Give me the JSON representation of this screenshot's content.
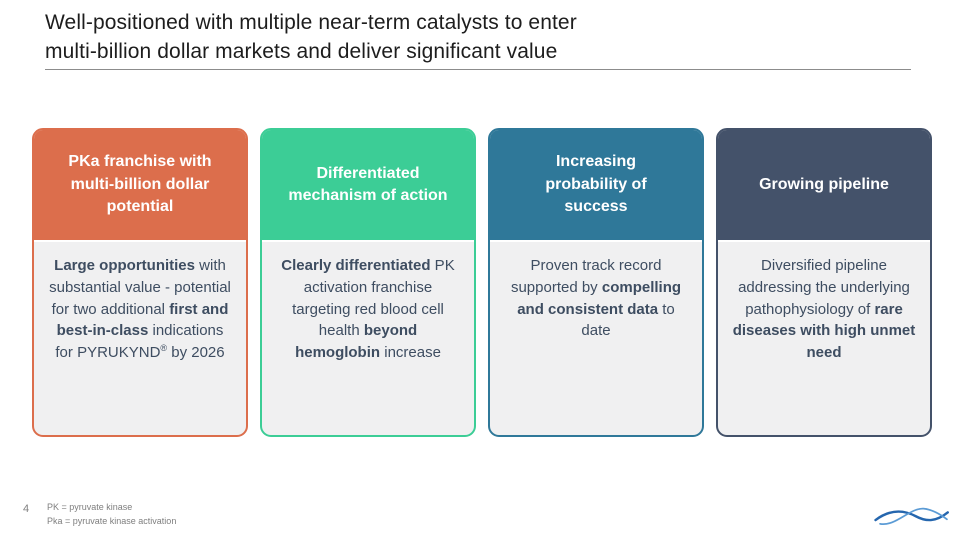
{
  "slide": {
    "title": "Well-positioned with multiple near-term catalysts to enter\nmulti-billion dollar markets and deliver significant value",
    "page_number": "4",
    "footnote": "PK = pyruvate kinase\nPka = pyruvate kinase activation"
  },
  "colors": {
    "card_orange": "#DC6E4C",
    "card_green": "#3CCD96",
    "card_teal": "#2F7899",
    "card_navy": "#44526A",
    "body_bg": "#F0F0F1",
    "body_text": "#3E4D61",
    "header_text": "#FFFFFF",
    "rule": "#8C8C8C",
    "logo_dark": "#2566AE",
    "logo_light": "#5B9BD5"
  },
  "icons": {
    "logo": "wave-logo"
  },
  "cards": [
    {
      "header": "PKa franchise with multi-billion dollar potential",
      "color": "#DC6E4C",
      "body_segments": [
        {
          "text": "Large opportunities",
          "bold": true
        },
        {
          "text": " with substantial value - potential for two additional ",
          "bold": false
        },
        {
          "text": "first and best-in-class",
          "bold": true
        },
        {
          "text": " indications for PYRUKYND",
          "bold": false
        },
        {
          "text": "®",
          "bold": false,
          "sup": true
        },
        {
          "text": " by 2026",
          "bold": false
        }
      ]
    },
    {
      "header": "Differentiated mechanism of action",
      "color": "#3CCD96",
      "body_segments": [
        {
          "text": "Clearly differentiated",
          "bold": true
        },
        {
          "text": " PK activation franchise targeting red blood cell health ",
          "bold": false
        },
        {
          "text": "beyond hemoglobin",
          "bold": true
        },
        {
          "text": " increase",
          "bold": false
        }
      ]
    },
    {
      "header": "Increasing probability of success",
      "color": "#2F7899",
      "body_segments": [
        {
          "text": "Proven track record supported by ",
          "bold": false
        },
        {
          "text": "compelling and consistent data",
          "bold": true
        },
        {
          "text": " to date",
          "bold": false
        }
      ]
    },
    {
      "header": "Growing pipeline",
      "color": "#44526A",
      "body_segments": [
        {
          "text": "Diversified pipeline addressing the underlying pathophysiology of ",
          "bold": false
        },
        {
          "text": "rare diseases with high unmet need",
          "bold": true
        }
      ]
    }
  ]
}
